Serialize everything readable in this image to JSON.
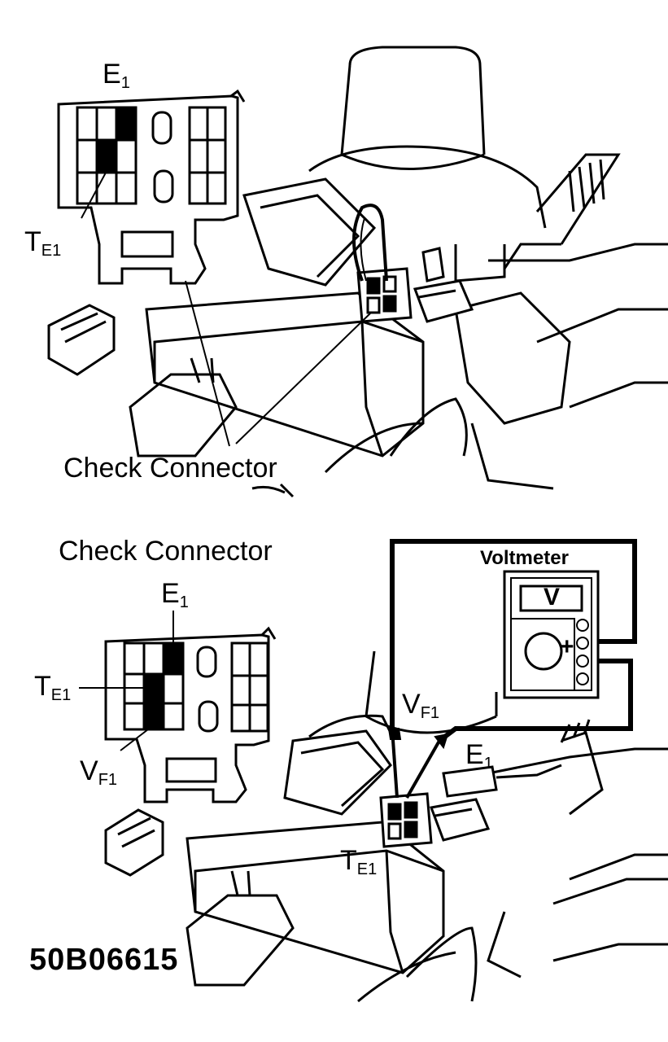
{
  "top": {
    "e1_main": "E",
    "e1_sub": "1",
    "te1_main": "T",
    "te1_sub": "E1",
    "check_connector": "Check Connector"
  },
  "bottom": {
    "check_connector": "Check Connector",
    "e1_main": "E",
    "e1_sub": "1",
    "te1_main": "T",
    "te1_sub": "E1",
    "vf1_main": "V",
    "vf1_sub": "F1",
    "voltmeter": "Voltmeter",
    "voltmeter_display": "V",
    "plus_sign": "+",
    "vf1_probe_main": "V",
    "vf1_probe_sub": "F1",
    "e1_probe_main": "E",
    "e1_probe_sub": "1",
    "te1_probe_main": "T",
    "te1_probe_sub": "E1"
  },
  "figure_code": "50B06615"
}
